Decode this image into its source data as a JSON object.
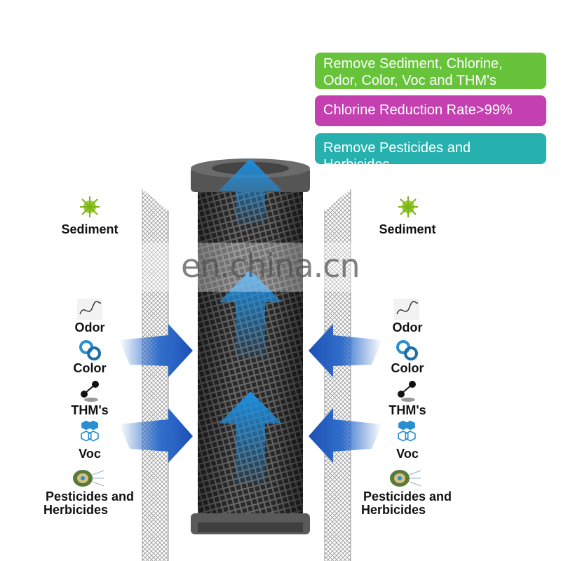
{
  "badges": {
    "green": "Remove Sediment, Chlorine, Odor, Color, Voc and THM's",
    "magenta": "Chlorine Reduction Rate>99%",
    "teal": "Remove Pesticides and Herbicides"
  },
  "left_column": {
    "sediment": "Sediment",
    "odor": "Odor",
    "color": "Color",
    "thms": "THM's",
    "voc": "Voc",
    "pesticides_line1": "Pesticides and",
    "pesticides_line2": "Herbicides"
  },
  "right_column": {
    "sediment": "Sediment",
    "odor": "Odor",
    "color": "Color",
    "thms": "THM's",
    "voc": "Voc",
    "pesticides_line1": "Pesticides and",
    "pesticides_line2": "Herbicides"
  },
  "watermark": "en.china.cn",
  "colors": {
    "green_badge": "#66c33a",
    "magenta_badge": "#c43fb0",
    "teal_badge": "#26b1ae",
    "arrow_blue": "#2a6fd6",
    "filter_dark": "#3a3a3a"
  }
}
